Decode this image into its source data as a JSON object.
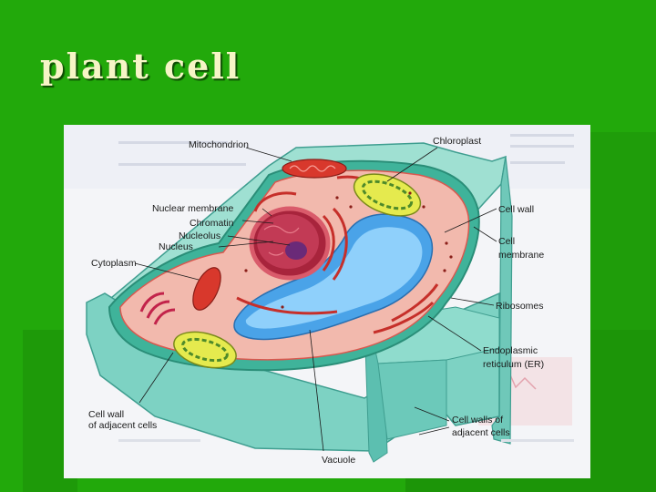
{
  "slide": {
    "title": "plant cell",
    "colors": {
      "background": "#22a90b",
      "title": "#f6f5c6"
    }
  },
  "figure": {
    "labels": {
      "mitochondrion": "Mitochondrion",
      "chloroplast": "Chloroplast",
      "nuclear_membrane": "Nuclear membrane",
      "chromatin": "Chromatin",
      "nucleolus": "Nucleolus",
      "nucleus": "Nucleus",
      "cytoplasm": "Cytoplasm",
      "cell_wall": "Cell wall",
      "cell_membrane_1": "Cell",
      "cell_membrane_2": "membrane",
      "ribosomes": "Ribosomes",
      "er_1": "Endoplasmic",
      "er_2": "reticulum (ER)",
      "cell_wall_adjacent_1": "Cell wall",
      "cell_wall_adjacent_2": "of adjacent cells",
      "cell_walls_adjacent_1": "Cell walls of",
      "cell_walls_adjacent_2": "adjacent cells",
      "vacuole": "Vacuole"
    }
  }
}
